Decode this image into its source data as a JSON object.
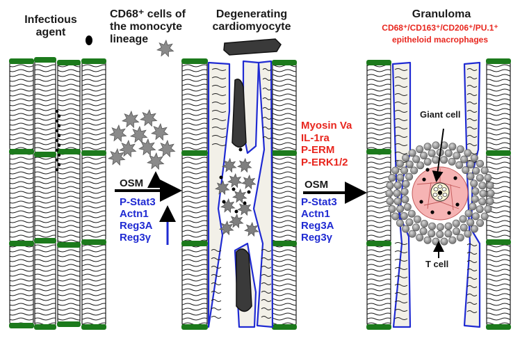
{
  "headers": {
    "infectious_line1": "Infectious",
    "infectious_line2": "agent",
    "cd68_line1": "CD68⁺ cells of",
    "cd68_line2": "the monocyte",
    "cd68_line3": "lineage",
    "degenerating_line1": "Degenerating",
    "degenerating_line2": "cardiomyocyte",
    "granuloma": "Granuloma",
    "macrophage_markers": "CD68⁺/CD163⁺/CD206⁺/PU.1⁺",
    "macrophage_type": "epitheloid  macrophages"
  },
  "transition1": {
    "osm": "OSM",
    "genes": [
      "P-Stat3",
      "Actn1",
      "Reg3A",
      "Reg3γ"
    ]
  },
  "transition2": {
    "red_markers": [
      "Myosin Va",
      "IL-1ra",
      "P-ERM",
      "P-ERK1/2"
    ],
    "osm": "OSM",
    "genes": [
      "P-Stat3",
      "Actn1",
      "Reg3A",
      "Reg3γ"
    ]
  },
  "labels": {
    "giant_cell": "Giant cell",
    "t_cell": "T cell"
  },
  "colors": {
    "black_text": "#1a1a1a",
    "red_text": "#e8261e",
    "blue_text": "#1f2ad2",
    "disc_green": "#1c7a1c",
    "membrane_blue": "#1f2ad2",
    "granuloma_pink": "#f6b4b4",
    "macrophage_gray": "#8a8a8a",
    "debris_dark": "#3a3a3a"
  }
}
